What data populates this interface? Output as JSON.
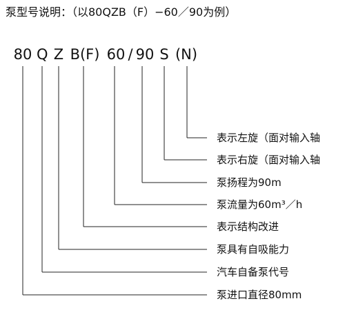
{
  "title": "泵型号说明：（以80QZB（F）−60／90为例）",
  "code_parts": [
    "80",
    "Q",
    "Z",
    "B(F)",
    "60",
    "/",
    "90",
    "S",
    "(N)"
  ],
  "descriptions": [
    "表示左旋（面对输入轴",
    "表示右旋（面对输入轴",
    "泵扬程为90m",
    "泵流量为60m³／h",
    "表示结构改进",
    "泵具有自吸能力",
    "汽车自备泵代号",
    "泵进口直径80mm"
  ]
}
